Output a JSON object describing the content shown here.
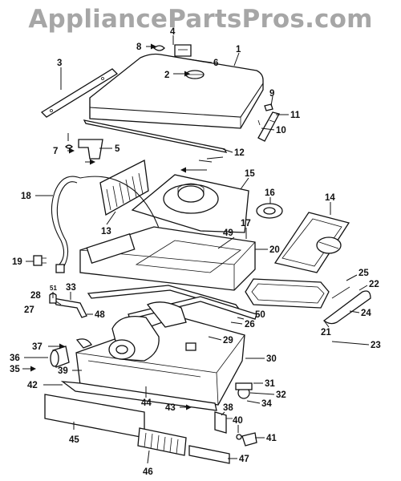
{
  "watermark": "AppliancePartsPros.com",
  "labels": [
    "1",
    "2",
    "3",
    "4",
    "5",
    "6",
    "7",
    "8",
    "9",
    "10",
    "11",
    "12",
    "13",
    "14",
    "15",
    "16",
    "17",
    "18",
    "19",
    "20",
    "21",
    "22",
    "23",
    "24",
    "25",
    "26",
    "27",
    "28",
    "29",
    "30",
    "31",
    "32",
    "33",
    "34",
    "35",
    "36",
    "37",
    "38",
    "39",
    "40",
    "41",
    "42",
    "43",
    "44",
    "45",
    "46",
    "47",
    "48",
    "49",
    "50",
    "51"
  ]
}
